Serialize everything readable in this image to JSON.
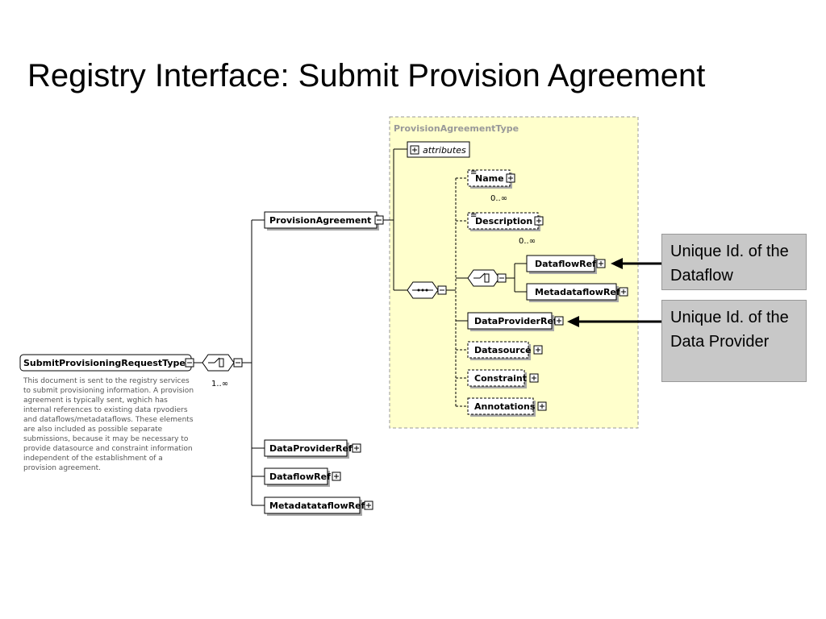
{
  "slide_title": "Registry Interface: Submit Provision Agreement",
  "group_label": "ProvisionAgreementType",
  "nodes": {
    "root": "SubmitProvisioningRequestType",
    "provision_agreement": "ProvisionAgreement",
    "attributes": "attributes",
    "name": "Name",
    "description": "Description",
    "dataflow_ref_inner": "DataflowRef",
    "metadataflow_ref_inner": "MetadataflowRef",
    "data_provider_ref_inner": "DataProviderRef",
    "datasource": "Datasource",
    "constraint": "Constraint",
    "annotations": "Annotations",
    "data_provider_ref": "DataProviderRef",
    "dataflow_ref": "DataflowRef",
    "metadataflow_ref": "MetadatataflowRef"
  },
  "cardinalities": {
    "root_choice": "1..∞",
    "name": "0..∞",
    "description": "0..∞"
  },
  "documentation": [
    "This document is sent to the registry services",
    "to submit provisioning information. A provision",
    "agreement is typically sent, wghich has",
    "internal references to existing data rpvodiers",
    "and dataflows/metadataflows. These elements",
    "are also included as possible separate",
    "submissions, because it may be necessary to",
    "provide datasource and constraint information",
    "independent of the establishment of a",
    "provision agreement."
  ],
  "callouts": {
    "dataflow": "Unique Id. of the Dataflow",
    "data_provider": "Unique Id. of the Data Provider"
  }
}
